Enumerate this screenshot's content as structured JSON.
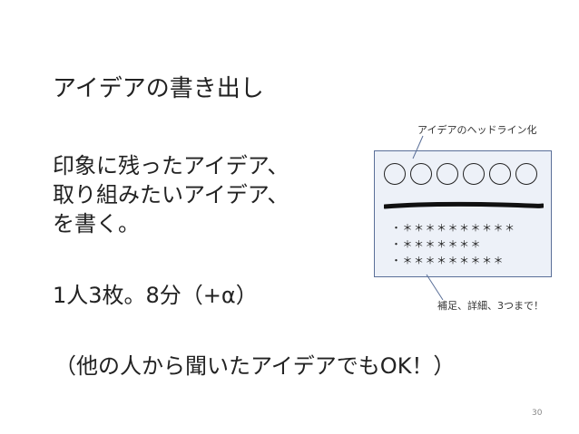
{
  "slide": {
    "title": "アイデアの書き出し",
    "body_lines": [
      "印象に残ったアイデア、",
      "取り組みたいアイデア、",
      "を書く。"
    ],
    "rule": "1人3枚。8分（+α）",
    "note": "（他の人から聞いたアイデアでもOK！）",
    "page_number": "30"
  },
  "diagram": {
    "callout_top": "アイデアのヘッドライン化",
    "callout_bottom": "補足、詳細、3つまで！",
    "bullets": [
      "・＊＊＊＊＊＊＊＊＊＊",
      "・＊＊＊＊＊＊＊",
      "・＊＊＊＊＊＊＊＊＊"
    ],
    "circle_count": 6,
    "box_color": "#edf1f8",
    "border_color": "#5a6f98"
  }
}
